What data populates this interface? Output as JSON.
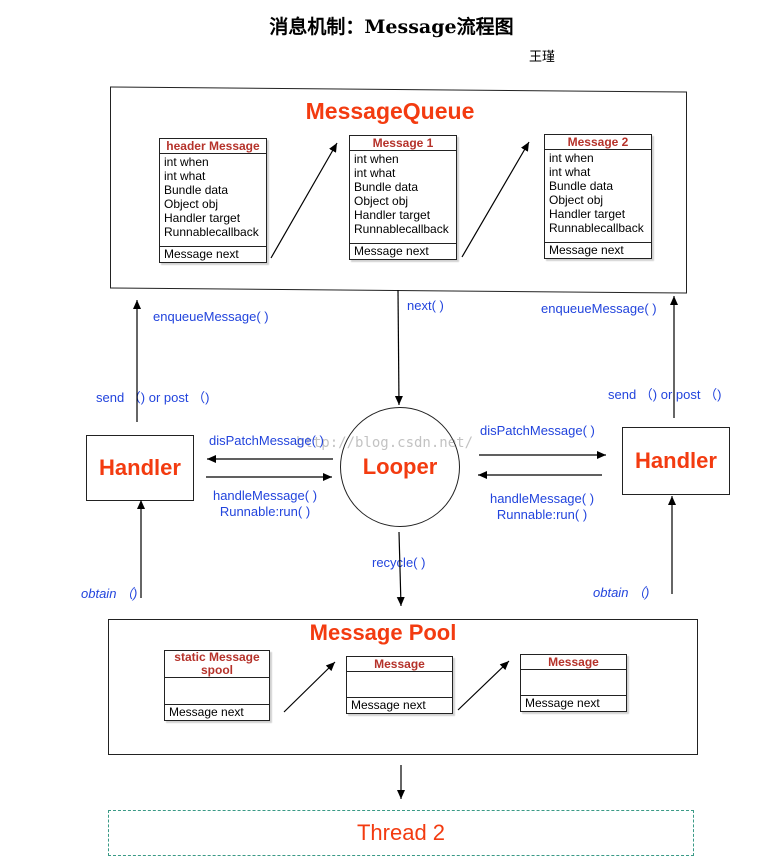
{
  "title": "消息机制：Message流程图",
  "author": "王瑾",
  "message_queue": {
    "title": "MessageQueue",
    "messages": [
      {
        "header": "header Message",
        "fields": [
          "int when",
          "int what",
          "Bundle data",
          "Object obj",
          "Handler target",
          "Runnablecallback"
        ],
        "next": "Message next"
      },
      {
        "header": "Message 1",
        "fields": [
          "int when",
          "int what",
          "Bundle data",
          "Object obj",
          "Handler target",
          "Runnablecallback"
        ],
        "next": "Message next"
      },
      {
        "header": "Message 2",
        "fields": [
          "int when",
          "int what",
          "Bundle data",
          "Object obj",
          "Handler target",
          "Runnablecallback"
        ],
        "next": "Message next"
      }
    ]
  },
  "handler_left": {
    "label": "Handler"
  },
  "handler_right": {
    "label": "Handler"
  },
  "looper": {
    "label": "Looper"
  },
  "labels": {
    "enqueue_left": "enqueueMessage( )",
    "enqueue_right": "enqueueMessage( )",
    "next": "next( )",
    "send_left": "send （)    or post （)",
    "send_right": "send （)    or post （)",
    "dispatch_left": "disPatchMessage( )",
    "dispatch_right": "disPatchMessage( )",
    "handle_left_1": "handleMessage( )",
    "handle_left_2": "Runnable:run( )",
    "handle_right_1": "handleMessage( )",
    "handle_right_2": "Runnable:run( )",
    "recycle": "recycle( )",
    "obtain_left": "obtain （)",
    "obtain_right": "obtain （)"
  },
  "message_pool": {
    "title": "Message Pool",
    "items": [
      {
        "header": "static Message spool",
        "next": "Message next"
      },
      {
        "header": "Message",
        "next": "Message next"
      },
      {
        "header": "Message",
        "next": "Message next"
      }
    ]
  },
  "thread": {
    "label": "Thread 2"
  },
  "watermark": "http://blog.csdn.net/",
  "colors": {
    "title_red": "#f33b10",
    "header_red": "#b5322a",
    "label_blue": "#2244dd",
    "thread_border": "#3a9a86"
  }
}
